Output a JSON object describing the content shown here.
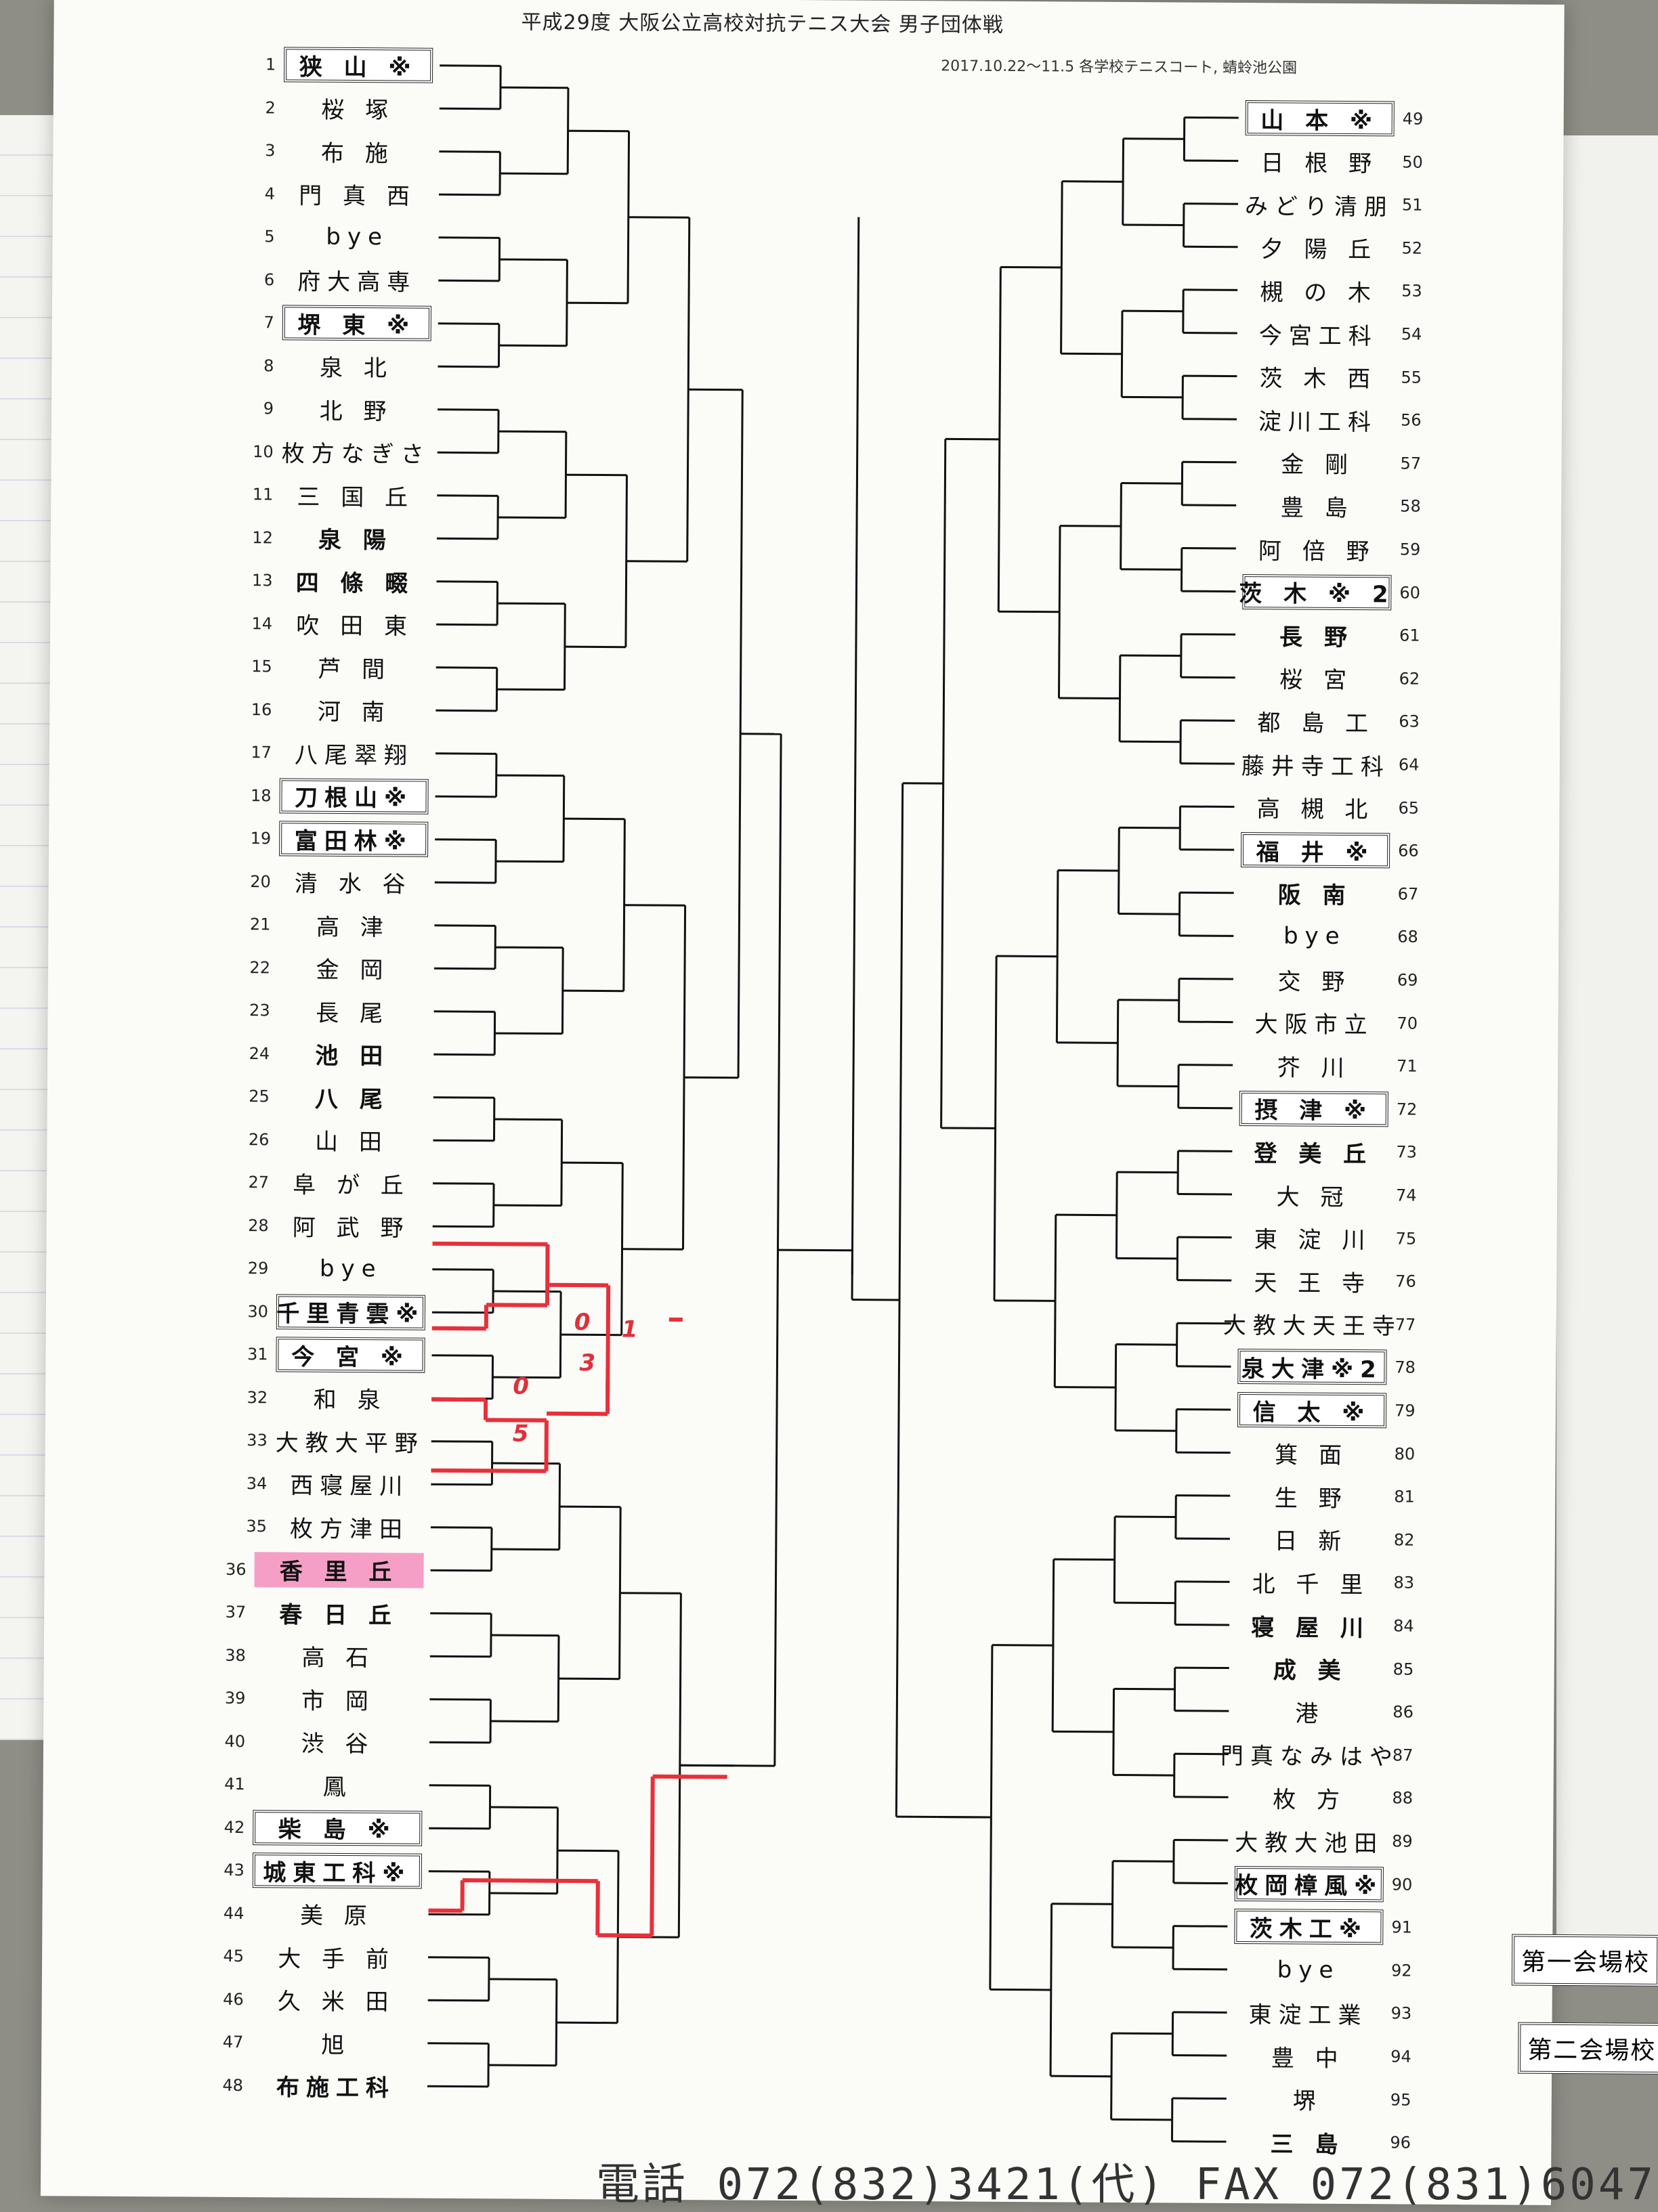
{
  "title": "平成29度 大阪公立高校対抗テニス大会 男子団体戦",
  "subtitle": "2017.10.22～11.5  各学校テニスコート, 蜻蛉池公園",
  "left_teams": [
    {
      "no": "1",
      "name": "狭 山 ※"
    },
    {
      "no": "2",
      "name": "桜  塚"
    },
    {
      "no": "3",
      "name": "布  施"
    },
    {
      "no": "4",
      "name": "門 真 西"
    },
    {
      "no": "5",
      "name": "bye"
    },
    {
      "no": "6",
      "name": "府大高専"
    },
    {
      "no": "7",
      "name": "堺 東 ※"
    },
    {
      "no": "8",
      "name": "泉  北"
    },
    {
      "no": "9",
      "name": "北  野"
    },
    {
      "no": "10",
      "name": "枚方なぎさ"
    },
    {
      "no": "11",
      "name": "三 国 丘"
    },
    {
      "no": "12",
      "name": "泉  陽"
    },
    {
      "no": "13",
      "name": "四 條 畷"
    },
    {
      "no": "14",
      "name": "吹 田 東"
    },
    {
      "no": "15",
      "name": "芦  間"
    },
    {
      "no": "16",
      "name": "河  南"
    },
    {
      "no": "17",
      "name": "八尾翠翔"
    },
    {
      "no": "18",
      "name": "刀根山※"
    },
    {
      "no": "19",
      "name": "富田林※"
    },
    {
      "no": "20",
      "name": "清 水 谷"
    },
    {
      "no": "21",
      "name": "高  津"
    },
    {
      "no": "22",
      "name": "金  岡"
    },
    {
      "no": "23",
      "name": "長  尾"
    },
    {
      "no": "24",
      "name": "池  田"
    },
    {
      "no": "25",
      "name": "八  尾"
    },
    {
      "no": "26",
      "name": "山  田"
    },
    {
      "no": "27",
      "name": "阜 が 丘"
    },
    {
      "no": "28",
      "name": "阿 武 野"
    },
    {
      "no": "29",
      "name": "bye"
    },
    {
      "no": "30",
      "name": "千里青雲※"
    },
    {
      "no": "31",
      "name": "今 宮 ※"
    },
    {
      "no": "32",
      "name": "和  泉"
    },
    {
      "no": "33",
      "name": "大教大平野"
    },
    {
      "no": "34",
      "name": "西寝屋川"
    },
    {
      "no": "35",
      "name": "枚方津田"
    },
    {
      "no": "36",
      "name": "香 里 丘"
    },
    {
      "no": "37",
      "name": "春 日 丘"
    },
    {
      "no": "38",
      "name": "高  石"
    },
    {
      "no": "39",
      "name": "市  岡"
    },
    {
      "no": "40",
      "name": "渋  谷"
    },
    {
      "no": "41",
      "name": "鳳"
    },
    {
      "no": "42",
      "name": "柴 島 ※"
    },
    {
      "no": "43",
      "name": "城東工科※"
    },
    {
      "no": "44",
      "name": "美  原"
    },
    {
      "no": "45",
      "name": "大 手 前"
    },
    {
      "no": "46",
      "name": "久 米 田"
    },
    {
      "no": "47",
      "name": "旭"
    },
    {
      "no": "48",
      "name": "布施工科"
    }
  ],
  "right_teams": [
    {
      "no": "49",
      "name": "山 本 ※"
    },
    {
      "no": "50",
      "name": "日 根 野"
    },
    {
      "no": "51",
      "name": "みどり清朋"
    },
    {
      "no": "52",
      "name": "夕 陽 丘"
    },
    {
      "no": "53",
      "name": "槻 の 木"
    },
    {
      "no": "54",
      "name": "今宮工科"
    },
    {
      "no": "55",
      "name": "茨 木 西"
    },
    {
      "no": "56",
      "name": "淀川工科"
    },
    {
      "no": "57",
      "name": "金  剛"
    },
    {
      "no": "58",
      "name": "豊  島"
    },
    {
      "no": "59",
      "name": "阿 倍 野"
    },
    {
      "no": "60",
      "name": "茨 木 ※ 2"
    },
    {
      "no": "61",
      "name": "長  野"
    },
    {
      "no": "62",
      "name": "桜  宮"
    },
    {
      "no": "63",
      "name": "都 島 工"
    },
    {
      "no": "64",
      "name": "藤井寺工科"
    },
    {
      "no": "65",
      "name": "高 槻 北"
    },
    {
      "no": "66",
      "name": "福 井 ※"
    },
    {
      "no": "67",
      "name": "阪  南"
    },
    {
      "no": "68",
      "name": "bye"
    },
    {
      "no": "69",
      "name": "交  野"
    },
    {
      "no": "70",
      "name": "大阪市立"
    },
    {
      "no": "71",
      "name": "芥  川"
    },
    {
      "no": "72",
      "name": "摂 津 ※"
    },
    {
      "no": "73",
      "name": "登 美 丘"
    },
    {
      "no": "74",
      "name": "大  冠"
    },
    {
      "no": "75",
      "name": "東 淀 川"
    },
    {
      "no": "76",
      "name": "天 王 寺"
    },
    {
      "no": "77",
      "name": "大教大天王寺"
    },
    {
      "no": "78",
      "name": "泉大津※2"
    },
    {
      "no": "79",
      "name": "信 太 ※"
    },
    {
      "no": "80",
      "name": "箕  面"
    },
    {
      "no": "81",
      "name": "生  野"
    },
    {
      "no": "82",
      "name": "日  新"
    },
    {
      "no": "83",
      "name": "北 千 里"
    },
    {
      "no": "84",
      "name": "寝 屋 川"
    },
    {
      "no": "85",
      "name": "成  美"
    },
    {
      "no": "86",
      "name": "港"
    },
    {
      "no": "87",
      "name": "門真なみはや"
    },
    {
      "no": "88",
      "name": "枚  方"
    },
    {
      "no": "89",
      "name": "大教大池田"
    },
    {
      "no": "90",
      "name": "枚岡樟風※"
    },
    {
      "no": "91",
      "name": "茨木工※"
    },
    {
      "no": "92",
      "name": "bye"
    },
    {
      "no": "93",
      "name": "東淀工業"
    },
    {
      "no": "94",
      "name": "豊  中"
    },
    {
      "no": "95",
      "name": "堺"
    },
    {
      "no": "96",
      "name": "三  島"
    }
  ],
  "scores": [
    "0",
    "3",
    "0",
    "5",
    "1"
  ],
  "legend": {
    "first": "第一会場校",
    "second": "第二会場校"
  },
  "footer": "電話 072(832)3421(代)  FAX 072(831)6047",
  "colors": {
    "result_line": "#e8303a",
    "highlight": "#f59fc7",
    "ink": "#111111"
  }
}
